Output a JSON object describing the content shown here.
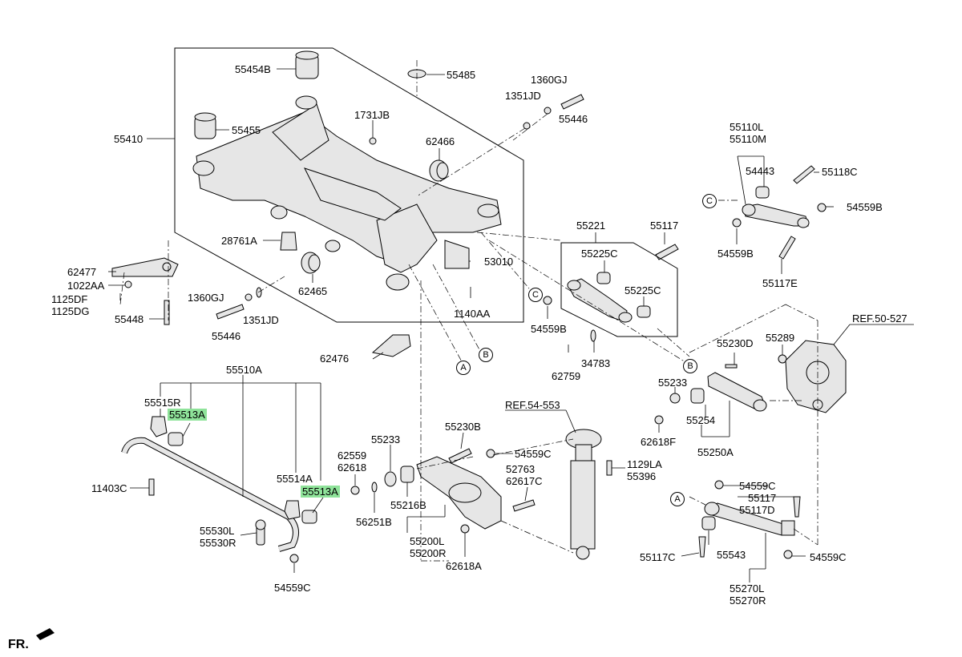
{
  "labels": {
    "p55454B": "55454B",
    "p55485": "55485",
    "p1360GJ_top": "1360GJ",
    "p1351JD_top": "1351JD",
    "p55446_top": "55446",
    "p55410": "55410",
    "p55455": "55455",
    "p1731JB": "1731JB",
    "p62466": "62466",
    "p28761A": "28761A",
    "p62477": "62477",
    "p1022AA": "1022AA",
    "p1125DF": "1125DF",
    "p1125DG": "1125DG",
    "p55448": "55448",
    "p1360GJ_mid": "1360GJ",
    "p55446_mid": "55446",
    "p1351JD_mid": "1351JD",
    "p62465": "62465",
    "p53010": "53010",
    "p1140AA": "1140AA",
    "p62476": "62476",
    "p55221": "55221",
    "p55117_top": "55117",
    "p55225C_a": "55225C",
    "p55225C_b": "55225C",
    "p54559B_mid": "54559B",
    "p62759": "62759",
    "p34783": "34783",
    "p55110L": "55110L",
    "p55110M": "55110M",
    "p54443": "54443",
    "p55118C": "55118C",
    "p54559B_r": "54559B",
    "p54559B_r2": "54559B",
    "p55117E": "55117E",
    "pREF50": "REF.50-527",
    "p55289": "55289",
    "p55230D": "55230D",
    "p55233_r": "55233",
    "p55254": "55254",
    "p62618F": "62618F",
    "p55250A": "55250A",
    "p55510A": "55510A",
    "p55515R": "55515R",
    "p55513A_1": "55513A",
    "p55513A_2": "55513A",
    "p55514A": "55514A",
    "p11403C": "11403C",
    "p55530L": "55530L",
    "p55530R": "55530R",
    "p54559C_bot": "54559C",
    "p55233_m": "55233",
    "p55230B": "55230B",
    "p54559C_m": "54559C",
    "p62559": "62559",
    "p62618": "62618",
    "p56251B": "56251B",
    "p55216B": "55216B",
    "p52763": "52763",
    "p62617C": "62617C",
    "p55200L": "55200L",
    "p55200R": "55200R",
    "p62618A": "62618A",
    "pREF54": "REF.54-553",
    "p1129LA": "1129LA",
    "p55396": "55396",
    "p54559C_r": "54559C",
    "p55117_r": "55117",
    "p55117D": "55117D",
    "p55117C": "55117C",
    "p55543": "55543",
    "p54559C_r2": "54559C",
    "p55270L": "55270L",
    "p55270R": "55270R"
  },
  "callouts": {
    "A": "A",
    "B": "B",
    "C": "C"
  },
  "front_marker": "FR.",
  "colors": {
    "highlight": "#8fe39a",
    "line": "#000000",
    "part_fill": "#e6e6e6"
  }
}
